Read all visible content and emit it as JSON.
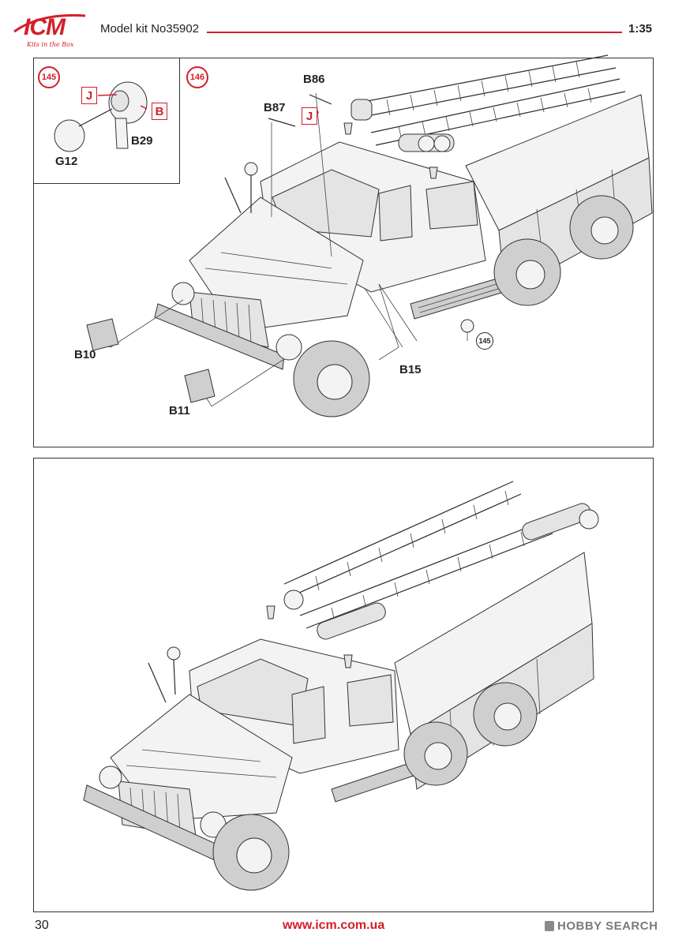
{
  "header": {
    "logo_text": "ICM",
    "logo_tagline": "Kits in the Box",
    "kit_title": "Model kit No35902",
    "scale": "1:35"
  },
  "steps": [
    {
      "number": "145",
      "callouts": [
        "J",
        "B"
      ],
      "parts": [
        "B29",
        "G12"
      ]
    },
    {
      "number": "146",
      "callouts": [
        "J"
      ],
      "parts": [
        "B86",
        "B87",
        "B10",
        "B11",
        "B15"
      ],
      "reference_step": "145"
    }
  ],
  "footer": {
    "page_number": "30",
    "url": "www.icm.com.ua",
    "watermark": "HOBBY SEARCH"
  },
  "colors": {
    "accent_red": "#d3202a",
    "line": "#222222",
    "watermark_gray": "#7a7a7a"
  }
}
